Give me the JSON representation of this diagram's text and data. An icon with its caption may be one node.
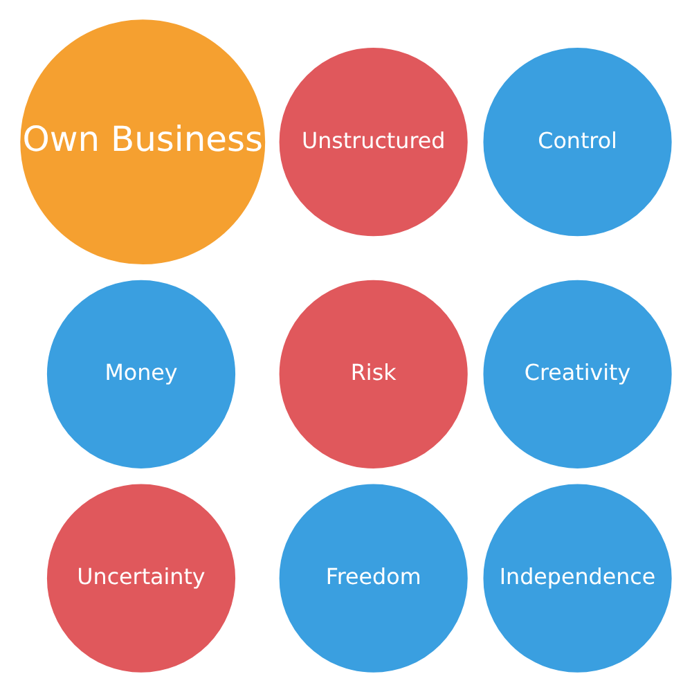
{
  "diagram": {
    "nodes": [
      {
        "text": [
          "Own Business"
        ]
      },
      {
        "text": [
          "Unstructured"
        ]
      },
      {
        "text": [
          "Control"
        ]
      },
      {
        "text": [
          "Money"
        ]
      },
      {
        "text": [
          "Risk"
        ]
      },
      {
        "text": [
          "Creativity"
        ]
      },
      {
        "text": [
          "Uncertainty"
        ]
      },
      {
        "text": [
          "Freedom"
        ]
      },
      {
        "text": [
          "Independence"
        ]
      }
    ]
  }
}
